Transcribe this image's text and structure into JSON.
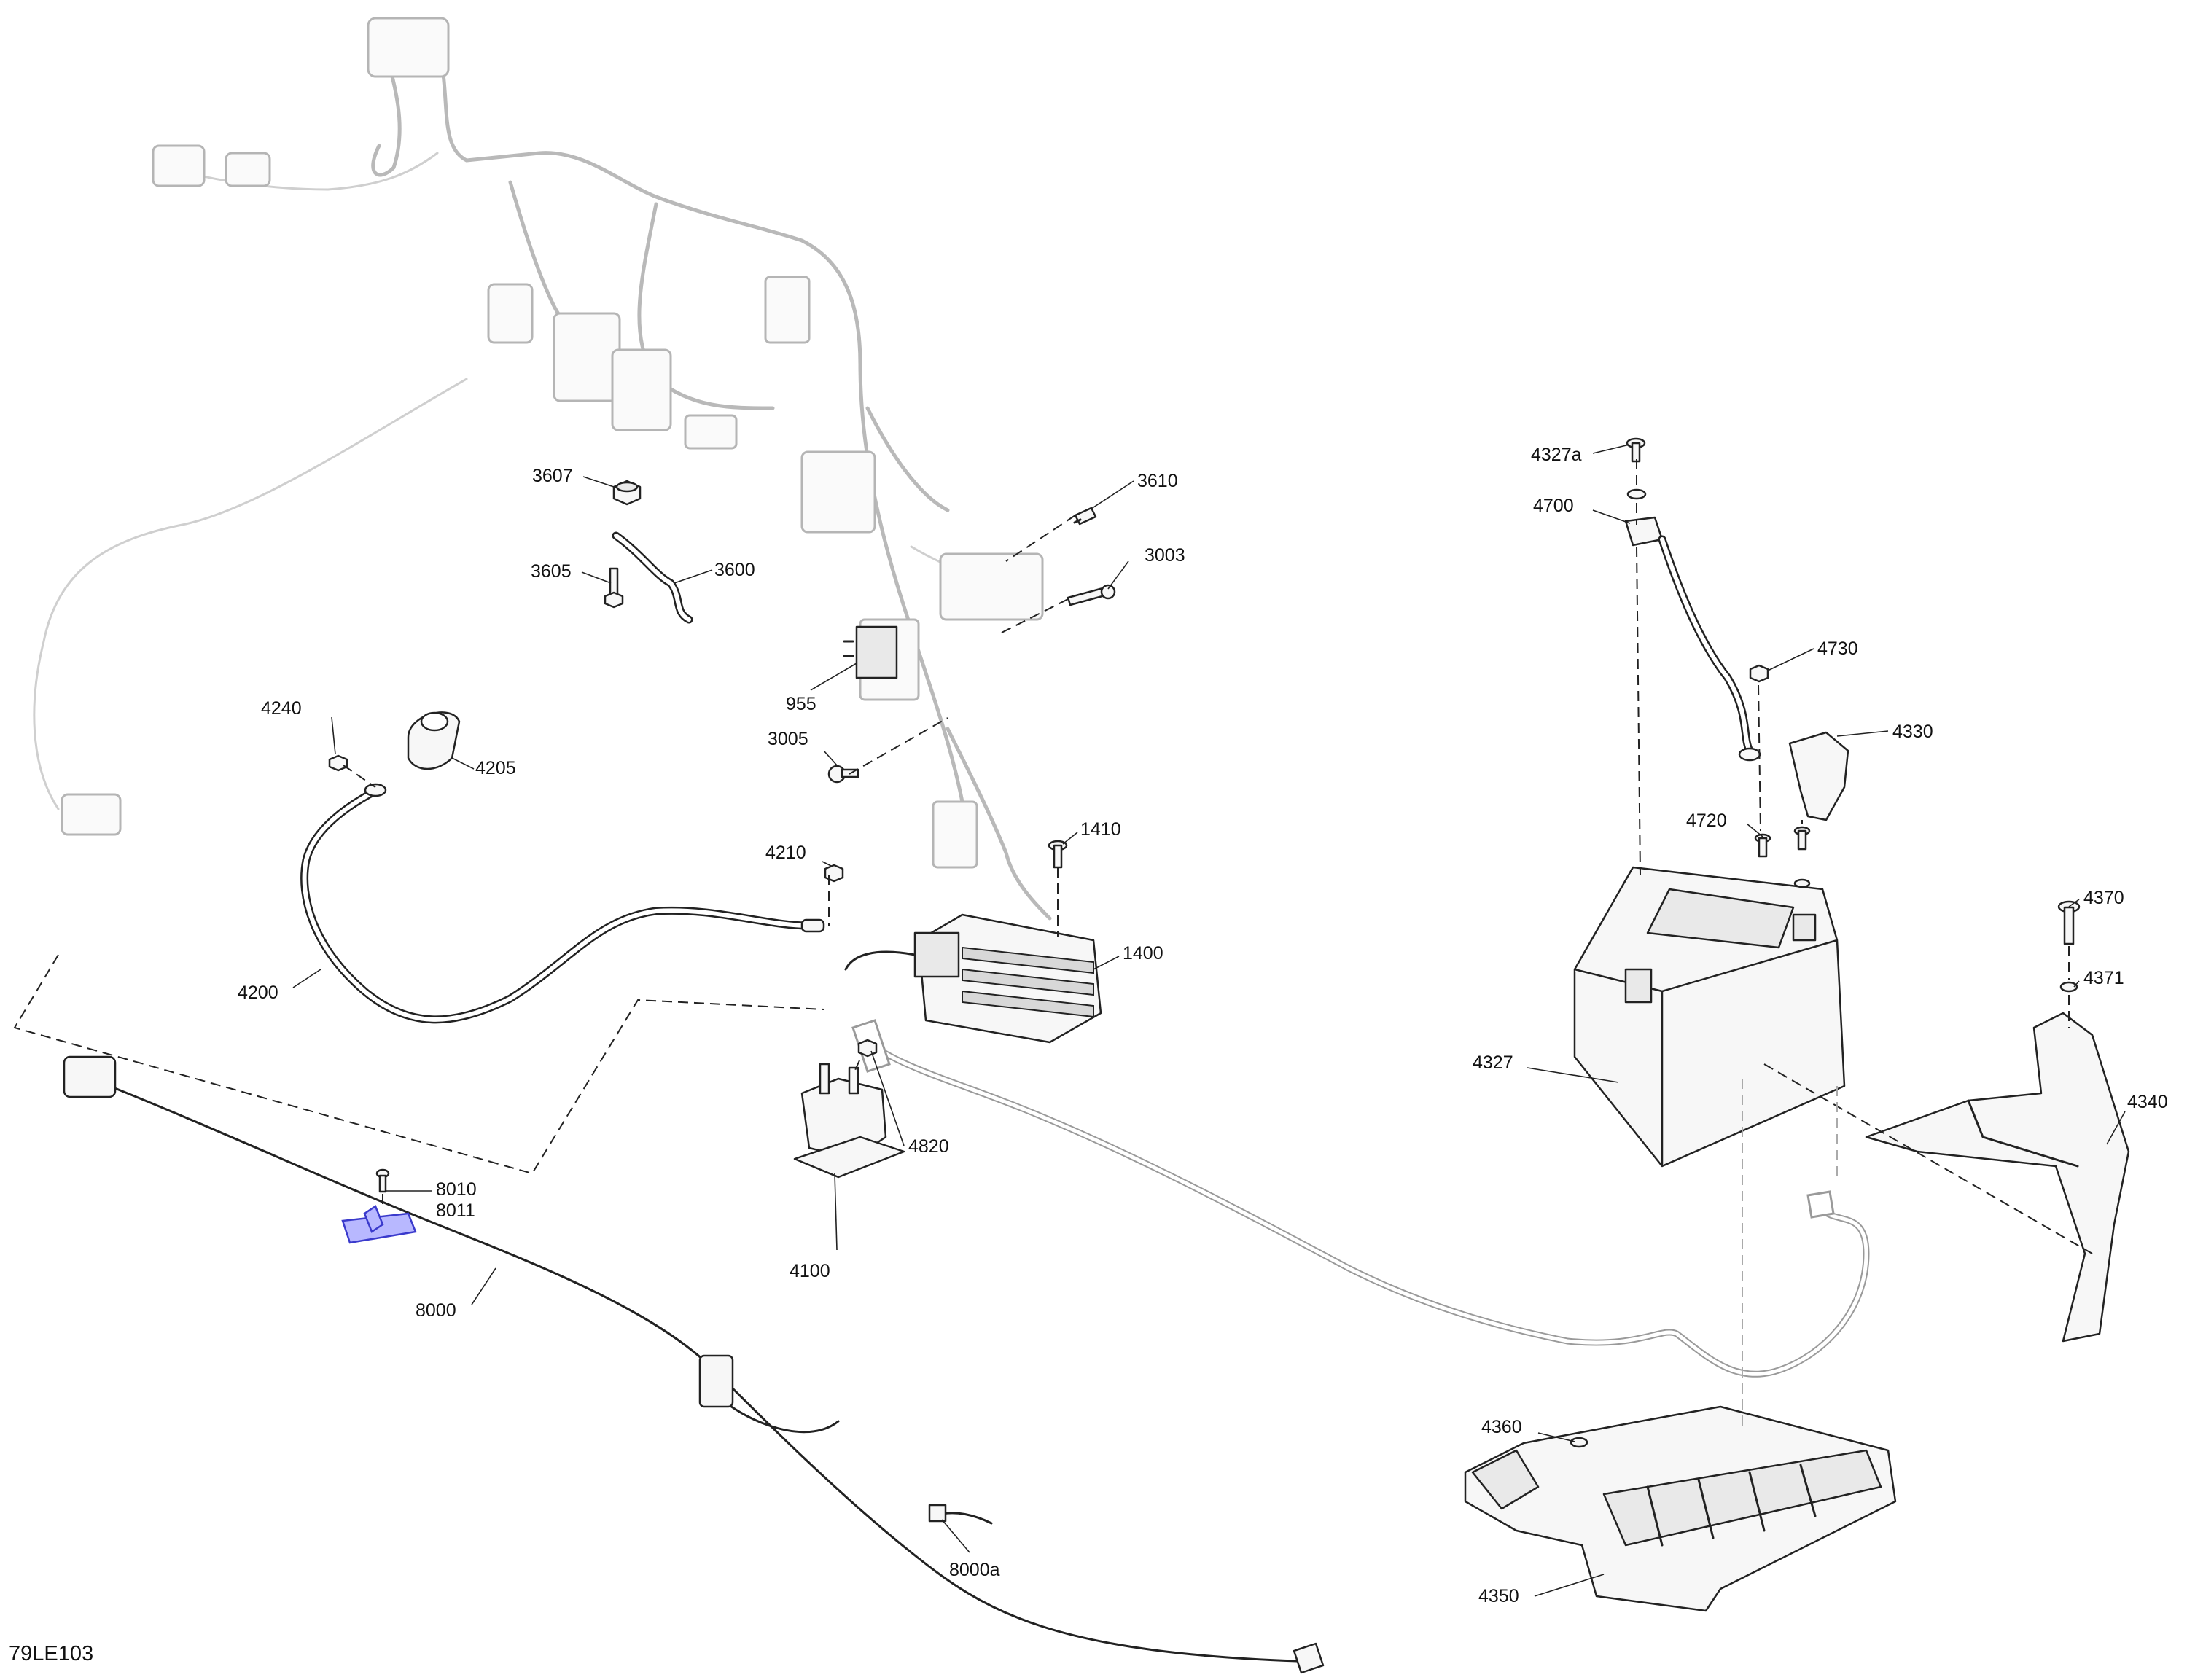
{
  "diagram_id": "79LE103",
  "callouts": {
    "c3607": "3607",
    "c3610": "3610",
    "c3605": "3605",
    "c3600": "3600",
    "c3003": "3003",
    "c955": "955",
    "c4240": "4240",
    "c4205": "4205",
    "c3005": "3005",
    "c4210": "4210",
    "c1410": "1410",
    "c1400": "1400",
    "c4200": "4200",
    "c4820": "4820",
    "c8010": "8010",
    "c8011": "8011",
    "c4100": "4100",
    "c8000": "8000",
    "c8000a": "8000a",
    "c4327a": "4327a",
    "c4700": "4700",
    "c4730": "4730",
    "c4330": "4330",
    "c4720": "4720",
    "c4370": "4370",
    "c4371": "4371",
    "c4327": "4327",
    "c4340": "4340",
    "c4360": "4360",
    "c4350": "4350"
  },
  "highlight_color": "#3a3acc"
}
